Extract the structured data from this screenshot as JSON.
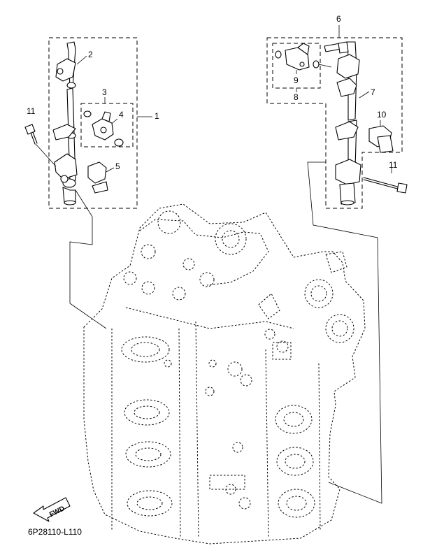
{
  "diagram": {
    "callouts": {
      "c1": "1",
      "c2": "2",
      "c3": "3",
      "c4": "4",
      "c5": "5",
      "c6": "6",
      "c7": "7",
      "c8": "8",
      "c9": "9",
      "c10": "10",
      "c11_left": "11",
      "c11_right": "11"
    },
    "fwd_label": "FWD",
    "drawing_code": "6P28110-L110"
  }
}
